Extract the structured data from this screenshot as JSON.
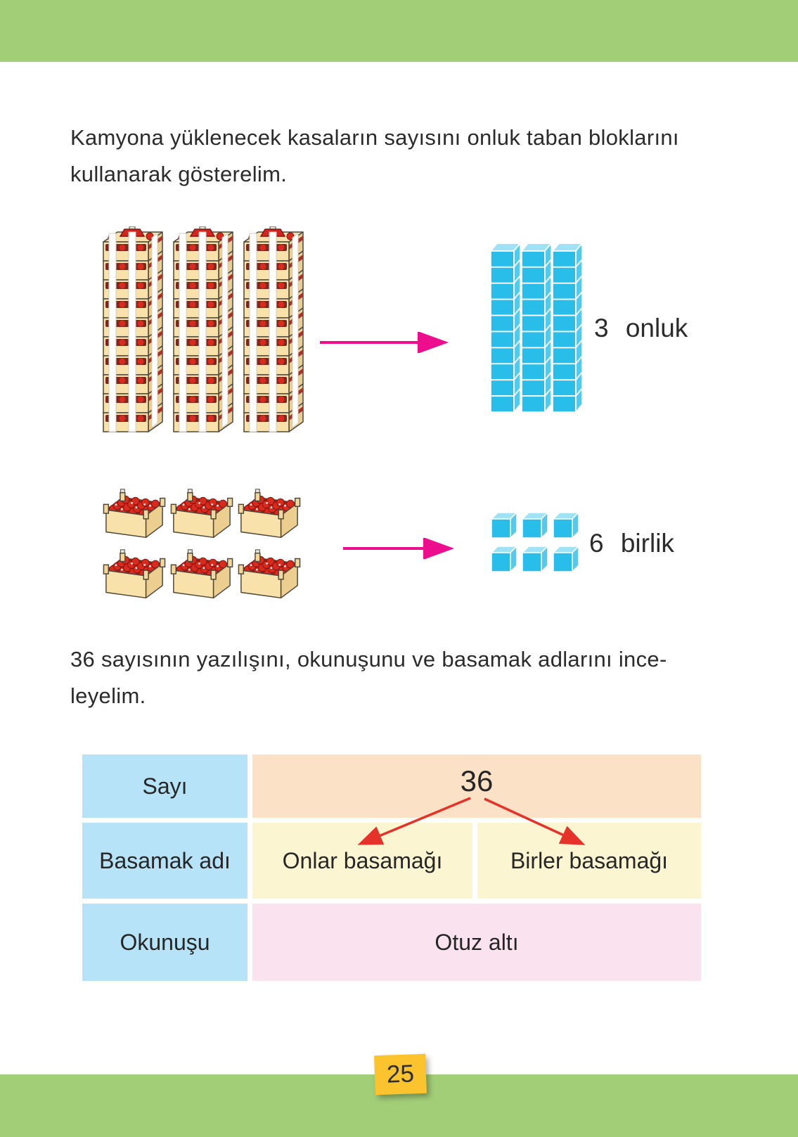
{
  "page": {
    "number": "25"
  },
  "colors": {
    "band_green": "#a3ce78",
    "badge_yellow": "#fbc32d",
    "block_blue": "#29bdea",
    "arrow_magenta": "#ec0e8c",
    "arrow_red": "#e5332a",
    "cell_blue": "#b6e3f7",
    "cell_peach": "#fbe2c6",
    "cell_yellow": "#fcf5d2",
    "cell_pink": "#fae3ef"
  },
  "intro": {
    "line1": "Kamyona yüklenecek kasaların sayısını onluk taban bloklarını",
    "line2": "kullanarak gösterelim."
  },
  "figures": {
    "stack_count": 3,
    "crate_count": 6,
    "rod_count": 3,
    "cube_count": 6,
    "tens_label": "3 onluk",
    "ones_label": "6 birlik"
  },
  "section2": {
    "line1": "36 sayısının yazılışını, okunuşunu ve basamak adlarını ince-",
    "line2": "leyelim."
  },
  "table": {
    "row1_header": "Sayı",
    "row1_value": "36",
    "row2_header": "Basamak adı",
    "row2_cell1": "Onlar basamağı",
    "row2_cell2": "Birler basamağı",
    "row3_header": "Okunuşu",
    "row3_value": "Otuz altı"
  }
}
